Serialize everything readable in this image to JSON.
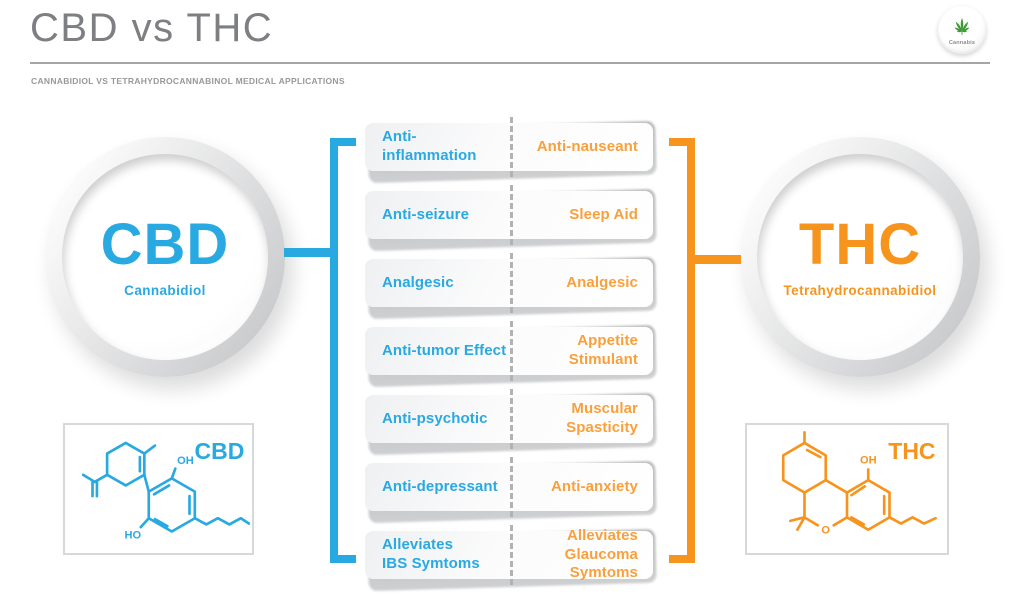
{
  "header": {
    "title": "CBD vs THC",
    "subtitle": "CANNABIDIOL VS TETRAHYDROCANNABINOL MEDICAL APPLICATIONS"
  },
  "badge": {
    "label": "Cannabis"
  },
  "cbd": {
    "abbr": "CBD",
    "name": "Cannabidiol"
  },
  "thc": {
    "abbr": "THC",
    "name": "Tetrahydrocannabidiol"
  },
  "comparison": {
    "rows": [
      {
        "cbd": "Anti-inflammation",
        "thc": "Anti-nauseant"
      },
      {
        "cbd": "Anti-seizure",
        "thc": "Sleep Aid"
      },
      {
        "cbd": "Analgesic",
        "thc": "Analgesic"
      },
      {
        "cbd": "Anti-tumor Effect",
        "thc": "Appetite Stimulant"
      },
      {
        "cbd": "Anti-psychotic",
        "thc": "Muscular Spasticity"
      },
      {
        "cbd": "Anti-depressant",
        "thc": "Anti-anxiety"
      },
      {
        "cbd": "Alleviates\nIBS Symtoms",
        "thc": "Alleviates\nGlaucoma Symtoms"
      }
    ]
  },
  "structures": {
    "cbd": {
      "title": "CBD",
      "oh_top": "OH",
      "ho_bottom": "HO"
    },
    "thc": {
      "title": "THC",
      "oh_top": "OH",
      "o_ring": "O"
    }
  },
  "colors": {
    "cbd_blue": "#29A9E1",
    "thc_orange": "#F7941E",
    "thc_light_orange": "#F9A03C",
    "title_gray": "#7D7F82",
    "leaf_green": "#3D9B35"
  }
}
